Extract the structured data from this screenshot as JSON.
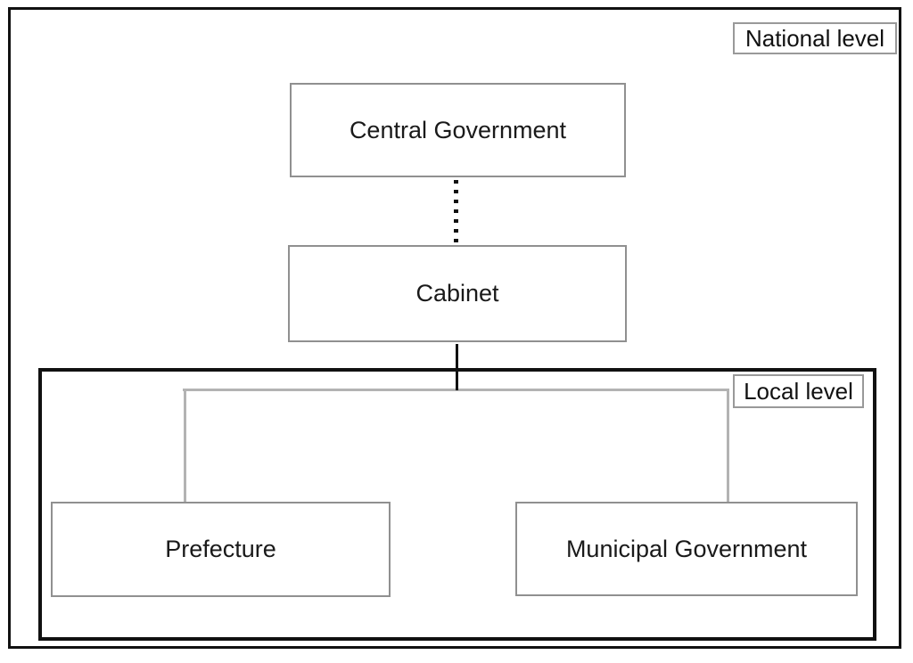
{
  "diagram": {
    "type": "org-hierarchy",
    "levels": {
      "national": {
        "label": "National level"
      },
      "local": {
        "label": "Local level"
      }
    },
    "nodes": {
      "central_government": {
        "label": "Central Government",
        "level": "national"
      },
      "cabinet": {
        "label": "Cabinet",
        "level": "national"
      },
      "prefecture": {
        "label": "Prefecture",
        "level": "local"
      },
      "municipal_government": {
        "label": "Municipal Government",
        "level": "local"
      }
    },
    "edges": [
      {
        "from": "Central Government",
        "to": "Cabinet",
        "style": "dotted",
        "color": "#111111"
      },
      {
        "from": "Cabinet",
        "to": "Prefecture",
        "style": "solid",
        "color": "#b3b3b3"
      },
      {
        "from": "Cabinet",
        "to": "Municipal Government",
        "style": "solid",
        "color": "#b3b3b3"
      }
    ],
    "colors": {
      "frame_border": "#111111",
      "node_border": "#909090",
      "tag_border": "#999999",
      "connector_gray": "#b3b3b3",
      "text": "#1a1a1a",
      "background": "#ffffff"
    }
  }
}
